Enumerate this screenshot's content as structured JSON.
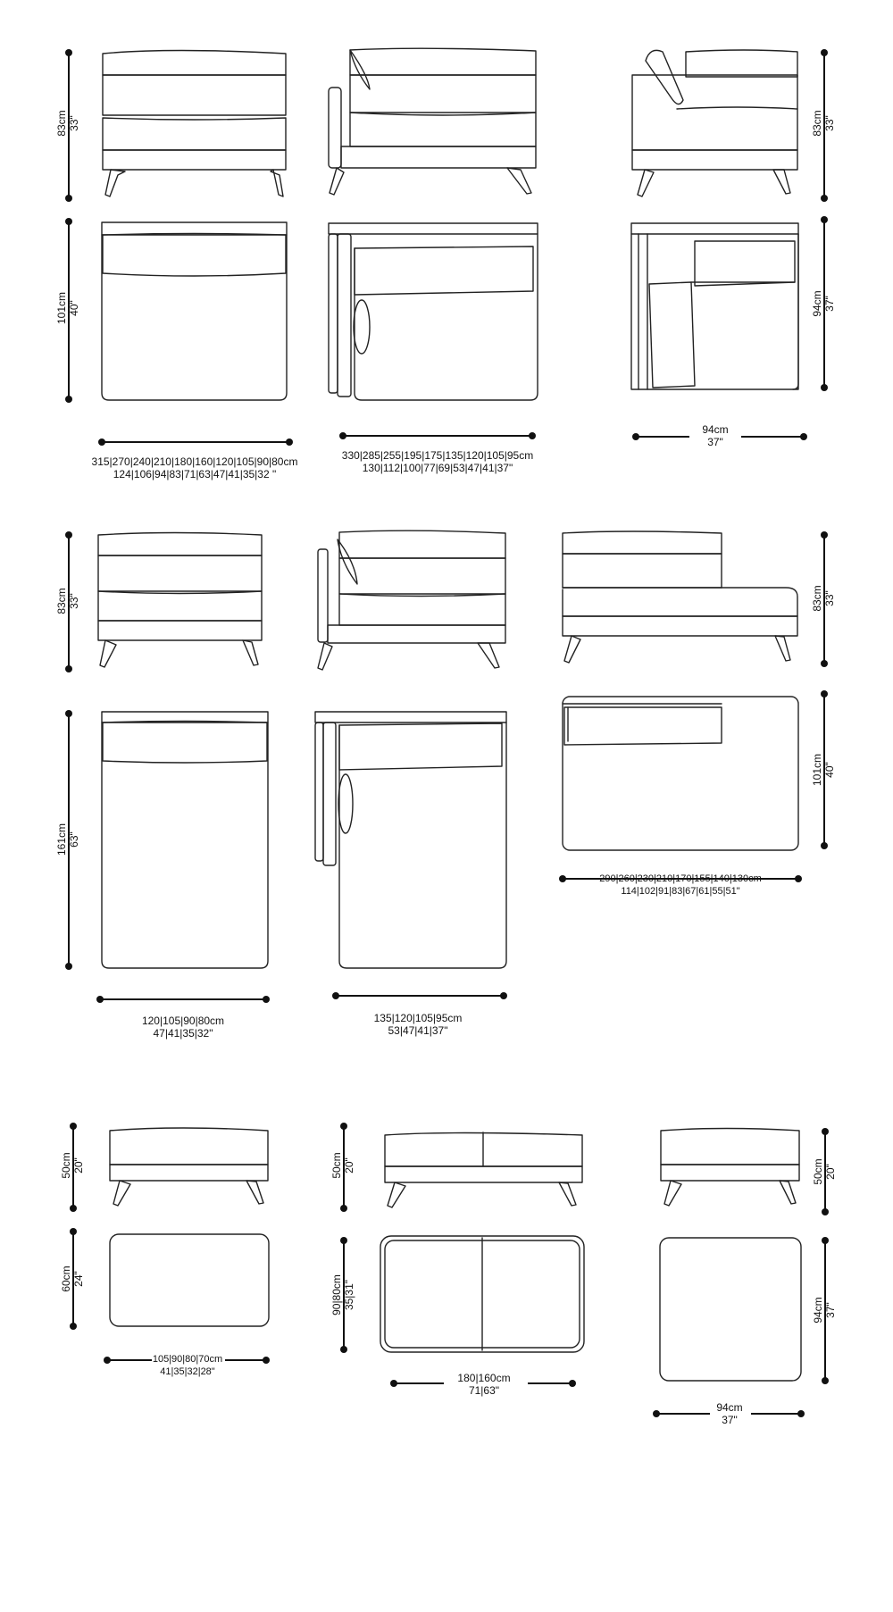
{
  "modules": [
    {
      "id": "m1",
      "height": [
        "83cm",
        "33\""
      ],
      "depth": [
        "101cm",
        "40\""
      ],
      "width": [
        "315|270|240|210|180|160|120|105|90|80cm",
        "124|106|94|83|71|63|47|41|35|32 \""
      ]
    },
    {
      "id": "m2",
      "width": [
        "330|285|255|195|175|135|120|105|95cm",
        "130|112|100|77|69|53|47|41|37\""
      ]
    },
    {
      "id": "m3",
      "height": [
        "83cm",
        "33\""
      ],
      "depth": [
        "94cm",
        "37\""
      ],
      "width": [
        "94cm",
        "37\""
      ]
    },
    {
      "id": "m4",
      "height": [
        "83cm",
        "33\""
      ],
      "depth": [
        "161cm",
        "63\""
      ],
      "width": [
        "120|105|90|80cm",
        "47|41|35|32\""
      ]
    },
    {
      "id": "m5",
      "width": [
        "135|120|105|95cm",
        "53|47|41|37\""
      ]
    },
    {
      "id": "m6",
      "height": [
        "83cm",
        "33\""
      ],
      "depth": [
        "101cm",
        "40\""
      ],
      "width": [
        "290|260|230|210|170|155|140|130cm",
        "114|102|91|83|67|61|55|51\""
      ]
    },
    {
      "id": "m7",
      "height": [
        "50cm",
        "20\""
      ],
      "depth": [
        "60cm",
        "24\""
      ],
      "width": [
        "105|90|80|70cm",
        "41|35|32|28\""
      ]
    },
    {
      "id": "m8",
      "height": [
        "50cm",
        "20\""
      ],
      "depth": [
        "90|80cm",
        "35|31\""
      ],
      "width": [
        "180|160cm",
        "71|63\""
      ]
    },
    {
      "id": "m9",
      "height": [
        "50cm",
        "20\""
      ],
      "depth": [
        "94cm",
        "37\""
      ],
      "width": [
        "94cm",
        "37\""
      ]
    }
  ]
}
